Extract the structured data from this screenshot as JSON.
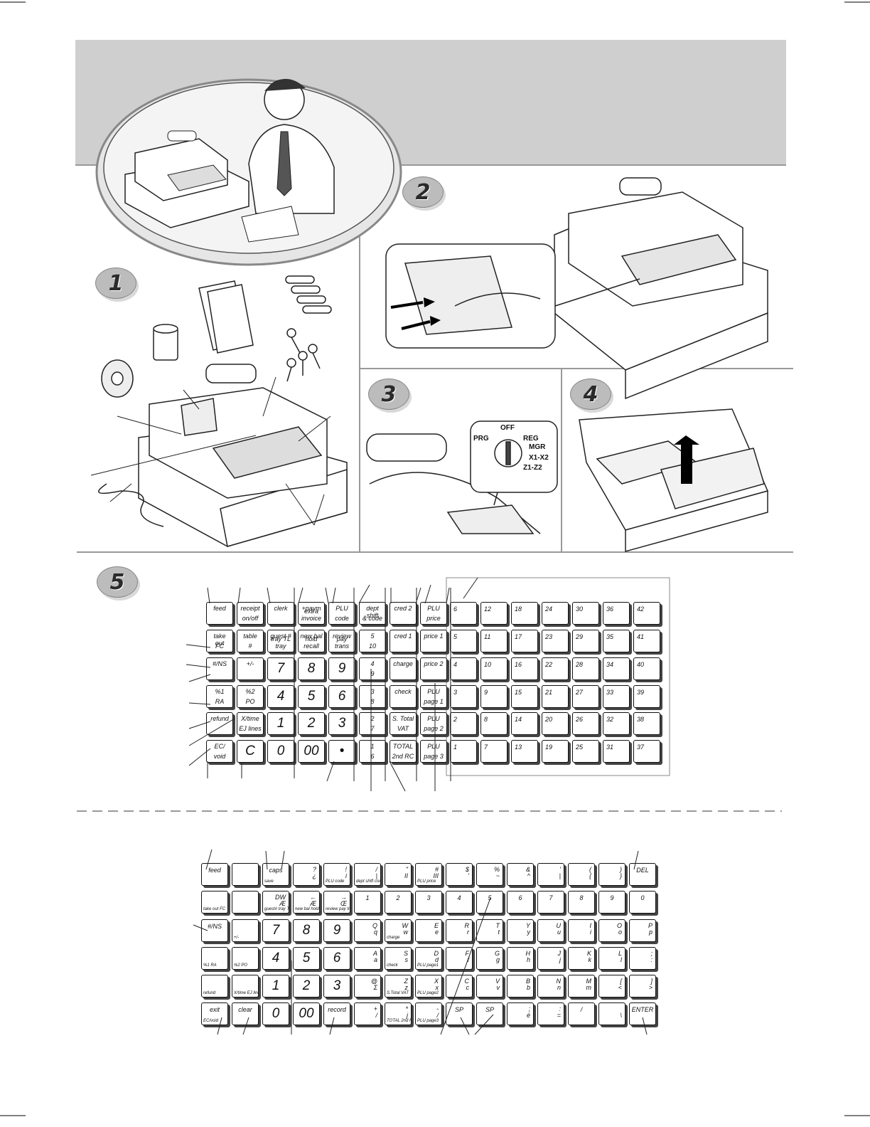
{
  "badges": {
    "step1": "1",
    "step2": "2",
    "step3": "3",
    "step4": "4",
    "step5": "5"
  },
  "keylock": {
    "prg": "PRG",
    "off": "OFF",
    "reg": "REG",
    "mgr": "MGR",
    "x1x2": "X1-X2",
    "z1z2": "Z1-Z2"
  },
  "keyboard_reg": {
    "function_keys": [
      {
        "id": "feed",
        "top": "feed",
        "bottom": ""
      },
      {
        "id": "receipt",
        "top": "receipt",
        "bottom": "on/off"
      },
      {
        "id": "clerk",
        "top": "clerk",
        "bottom": ""
      },
      {
        "id": "paym",
        "top": "+paym",
        "bottom": "extra invoice"
      },
      {
        "id": "plu-code",
        "top": "PLU",
        "bottom": "code"
      },
      {
        "id": "dept-shift",
        "top": "dept shift",
        "bottom": "& code"
      },
      {
        "id": "cred2",
        "top": "cred 2",
        "bottom": ""
      },
      {
        "id": "plu-price",
        "top": "PLU",
        "bottom": "price"
      },
      {
        "id": "take-out",
        "top": "take out",
        "bottom": "FC"
      },
      {
        "id": "table",
        "top": "table",
        "bottom": "#"
      },
      {
        "id": "guest",
        "top": "guest #",
        "bottom": "tray TL tray"
      },
      {
        "id": "new-bal",
        "top": "new bal",
        "bottom": "hold recall"
      },
      {
        "id": "review",
        "top": "review",
        "bottom": "pay trans"
      },
      {
        "id": "dept5",
        "top": "5",
        "bottom": "10"
      },
      {
        "id": "cred1",
        "top": "cred 1",
        "bottom": ""
      },
      {
        "id": "price1",
        "top": "price 1",
        "bottom": ""
      },
      {
        "id": "ins",
        "top": "#/NS",
        "bottom": ""
      },
      {
        "id": "plusminus",
        "top": "+/-",
        "bottom": ""
      },
      {
        "id": "dept4",
        "top": "4",
        "bottom": "9"
      },
      {
        "id": "charge",
        "top": "charge",
        "bottom": ""
      },
      {
        "id": "price2",
        "top": "price 2",
        "bottom": ""
      },
      {
        "id": "pct1",
        "top": "%1",
        "bottom": "RA"
      },
      {
        "id": "pct2",
        "top": "%2",
        "bottom": "PO"
      },
      {
        "id": "dept3",
        "top": "3",
        "bottom": "8"
      },
      {
        "id": "check",
        "top": "check",
        "bottom": ""
      },
      {
        "id": "plu-page1",
        "top": "PLU",
        "bottom": "page 1"
      },
      {
        "id": "refund",
        "top": "refund",
        "bottom": ""
      },
      {
        "id": "xtime",
        "top": "X/time",
        "bottom": "EJ lines"
      },
      {
        "id": "dept2",
        "top": "2",
        "bottom": "7"
      },
      {
        "id": "stotal",
        "top": "S. Total",
        "bottom": "VAT"
      },
      {
        "id": "plu-page2",
        "top": "PLU",
        "bottom": "page 2"
      },
      {
        "id": "ec-void",
        "top": "EC/",
        "bottom": "void"
      },
      {
        "id": "clear",
        "top": "C",
        "bottom": ""
      },
      {
        "id": "dept1",
        "top": "1",
        "bottom": "6"
      },
      {
        "id": "total",
        "top": "TOTAL",
        "bottom": "2nd RC"
      },
      {
        "id": "plu-page3",
        "top": "PLU",
        "bottom": "page 3"
      }
    ],
    "numeric_keys": [
      "7",
      "8",
      "9",
      "4",
      "5",
      "6",
      "1",
      "2",
      "3",
      "0",
      "00",
      "•"
    ],
    "plu_columns": [
      [
        "6",
        "5",
        "4",
        "3",
        "2",
        "1"
      ],
      [
        "12",
        "11",
        "10",
        "9",
        "8",
        "7"
      ],
      [
        "18",
        "17",
        "16",
        "15",
        "14",
        "13"
      ],
      [
        "24",
        "23",
        "22",
        "21",
        "20",
        "19"
      ],
      [
        "30",
        "29",
        "28",
        "27",
        "26",
        "25"
      ],
      [
        "36",
        "35",
        "34",
        "33",
        "32",
        "31"
      ],
      [
        "42",
        "41",
        "40",
        "39",
        "38",
        "37"
      ]
    ]
  },
  "keyboard_alpha": {
    "rows": [
      [
        {
          "t": "feed"
        },
        {
          "t": ""
        },
        {
          "t": "caps",
          "s": "save"
        },
        {
          "t": "?",
          "b": "¿"
        },
        {
          "t": "!",
          "b": "i",
          "s": "PLU code"
        },
        {
          "t": "/",
          "b": "|",
          "s": "dept shift code"
        },
        {
          "t": "\"",
          "b": "II"
        },
        {
          "t": "#",
          "b": "III",
          "s": "PLU price"
        },
        {
          "t": "$",
          "b": "'"
        },
        {
          "t": "%",
          "b": "~"
        },
        {
          "t": "&",
          "b": "^"
        },
        {
          "t": "'",
          "b": "|"
        },
        {
          "t": "(",
          "b": "{"
        },
        {
          "t": ")",
          "b": "}"
        },
        {
          "t": "DEL"
        }
      ],
      [
        {
          "t": "",
          "s": "take out FC"
        },
        {
          "t": ""
        },
        {
          "t": "DW",
          "b": "Æ",
          "s": "guest# tray TL tray"
        },
        {
          "t": "←",
          "b": "Æ",
          "s": "new bal hold recall"
        },
        {
          "t": "→",
          "b": "Œ",
          "s": "review pay trans"
        },
        {
          "t": "1"
        },
        {
          "t": "2"
        },
        {
          "t": "3"
        },
        {
          "t": "4"
        },
        {
          "t": "5"
        },
        {
          "t": "6"
        },
        {
          "t": "7"
        },
        {
          "t": "8"
        },
        {
          "t": "9"
        },
        {
          "t": "0"
        }
      ],
      [
        {
          "t": "#/NS"
        },
        {
          "t": "",
          "s": "+/-"
        },
        {
          "t": "7"
        },
        {
          "t": "8"
        },
        {
          "t": "9"
        },
        {
          "t": "Q",
          "b": "q"
        },
        {
          "t": "W",
          "b": "w",
          "s": "charge"
        },
        {
          "t": "E",
          "b": "e"
        },
        {
          "t": "R",
          "b": "r"
        },
        {
          "t": "T",
          "b": "t"
        },
        {
          "t": "Y",
          "b": "y"
        },
        {
          "t": "U",
          "b": "u"
        },
        {
          "t": "I",
          "b": "i"
        },
        {
          "t": "O",
          "b": "o"
        },
        {
          "t": "P",
          "b": "p"
        }
      ],
      [
        {
          "t": "",
          "s": "%1 RA"
        },
        {
          "t": "",
          "s": "%2 PO"
        },
        {
          "t": "4"
        },
        {
          "t": "5"
        },
        {
          "t": "6"
        },
        {
          "t": "A",
          "b": "a"
        },
        {
          "t": "S",
          "b": "s",
          "s": "check"
        },
        {
          "t": "D",
          "b": "d",
          "s": "PLU page1"
        },
        {
          "t": "F",
          "b": "f"
        },
        {
          "t": "G",
          "b": "g"
        },
        {
          "t": "H",
          "b": "h"
        },
        {
          "t": "J",
          "b": "j"
        },
        {
          "t": "K",
          "b": "k"
        },
        {
          "t": "L",
          "b": "l"
        },
        {
          "t": ";",
          "b": ":"
        }
      ],
      [
        {
          "t": "",
          "s": "refund"
        },
        {
          "t": "",
          "s": "X/time EJ lines"
        },
        {
          "t": "1"
        },
        {
          "t": "2"
        },
        {
          "t": "3"
        },
        {
          "t": "@",
          "b": "Σ"
        },
        {
          "t": "Z",
          "b": "z",
          "s": "S.Total VAT"
        },
        {
          "t": "X",
          "b": "x",
          "s": "PLU page2"
        },
        {
          "t": "C",
          "b": "c"
        },
        {
          "t": "V",
          "b": "v"
        },
        {
          "t": "B",
          "b": "b"
        },
        {
          "t": "N",
          "b": "n"
        },
        {
          "t": "M",
          "b": "m"
        },
        {
          "t": "[",
          "b": "<"
        },
        {
          "t": "]",
          "b": ">"
        }
      ],
      [
        {
          "t": "exit",
          "s": "EC/void"
        },
        {
          "t": "clear"
        },
        {
          "t": "0"
        },
        {
          "t": "00"
        },
        {
          "t": "record"
        },
        {
          "t": "+",
          "b": "/",
          "s": ""
        },
        {
          "t": "*",
          "b": "j",
          "s": "TOTAL 2nd RC"
        },
        {
          "t": "-",
          "b": "/",
          "s": "PLU page3"
        },
        {
          "t": "SP"
        },
        {
          "t": "SP"
        },
        {
          "t": ";",
          "b": "é"
        },
        {
          "t": ":",
          "b": "="
        },
        {
          "t": "/"
        },
        {
          "t": "",
          "b": "\\"
        },
        {
          "t": "ENTER"
        }
      ]
    ]
  }
}
